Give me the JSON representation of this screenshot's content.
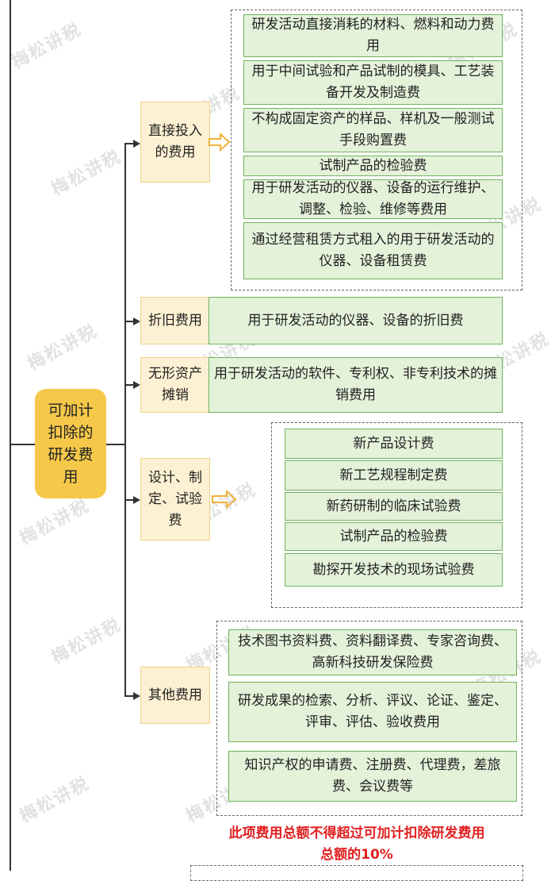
{
  "root": {
    "label": "可加计扣除的研发费用"
  },
  "categories": [
    {
      "label": "直接投入的费用",
      "items": [
        "研发活动直接消耗的材料、燃料和动力费用",
        "用于中间试验和产品试制的模具、工艺装备开发及制造费",
        "不构成固定资产的样品、样机及一般测试手段购置费",
        "试制产品的检验费",
        "用于研发活动的仪器、设备的运行维护、调整、检验、维修等费用",
        "通过经营租赁方式租入的用于研发活动的仪器、设备租赁费"
      ]
    },
    {
      "label": "折旧费用",
      "items": [
        "用于研发活动的仪器、设备的折旧费"
      ]
    },
    {
      "label": "无形资产摊销",
      "items": [
        "用于研发活动的软件、专利权、非专利技术的摊销费用"
      ]
    },
    {
      "label": "设计、制定、试验费",
      "items": [
        "新产品设计费",
        "新工艺规程制定费",
        "新药研制的临床试验费",
        "试制产品的检验费",
        "勘探开发技术的现场试验费"
      ]
    },
    {
      "label": "其他费用",
      "items": [
        "技术图书资料费、资料翻译费、专家咨询费、高新科技研发保险费",
        "研发成果的检索、分析、评议、论证、鉴定、评审、评估、验收费用",
        "知识产权的申请费、注册费、代理费，差旅费、会议费等"
      ]
    }
  ],
  "note": "此项费用总额不得超过可加计扣除研发费用总额的10%",
  "watermark": "梅松讲税",
  "colors": {
    "root_fill": "#f6c84a",
    "category_fill": "#fdf1d3",
    "item_fill": "#e4f2da",
    "item_border": "#6fb35c",
    "note_text": "#e02020"
  }
}
